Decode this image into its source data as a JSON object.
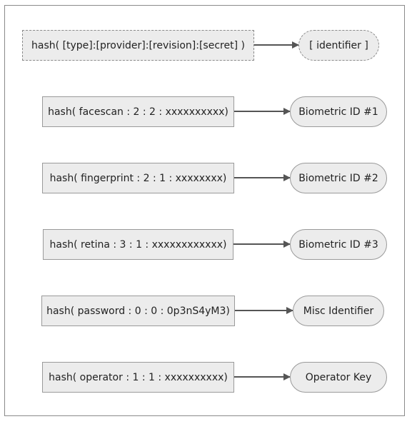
{
  "diagram": {
    "template": {
      "formula": "hash( [type]:[provider]:[revision]:[secret] )",
      "result": "[ identifier ]"
    },
    "rows": [
      {
        "formula": "hash( facescan : 2 : 2 : xxxxxxxxxx)",
        "result": "Biometric ID #1"
      },
      {
        "formula": "hash( fingerprint : 2 : 1 : xxxxxxxx)",
        "result": "Biometric ID #2"
      },
      {
        "formula": "hash( retina : 3 : 1 : xxxxxxxxxxxx)",
        "result": "Biometric ID #3"
      },
      {
        "formula": "hash( password : 0 : 0 : 0p3nS4yM3)",
        "result": "Misc Identifier"
      },
      {
        "formula": "hash( operator : 1 : 1 : xxxxxxxxxx)",
        "result": "Operator Key"
      }
    ],
    "colors": {
      "node_fill": "#ececec",
      "node_border": "#9a9a9a",
      "edge": "#555555"
    }
  }
}
